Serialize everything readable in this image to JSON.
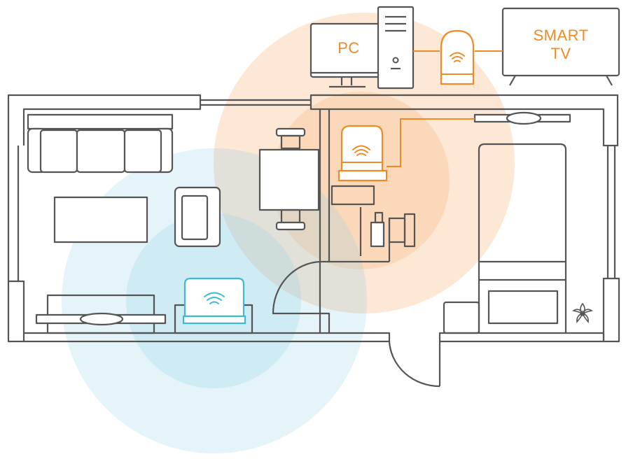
{
  "labels": {
    "pc": "PC",
    "smart_tv_line1": "SMART",
    "smart_tv_line2": "TV"
  },
  "colors": {
    "primary_orange": "#F08A24",
    "orange_zone": "#F7A35C",
    "secondary_blue": "#3FB8D3",
    "blue_zone": "#8FD3E6",
    "line": "#555555"
  },
  "icons": {
    "router": "wifi-router-icon",
    "satellite": "wifi-satellite-icon",
    "extender": "wifi-extender-icon",
    "wifi": "wifi-waves-icon",
    "flower": "flower-icon"
  }
}
